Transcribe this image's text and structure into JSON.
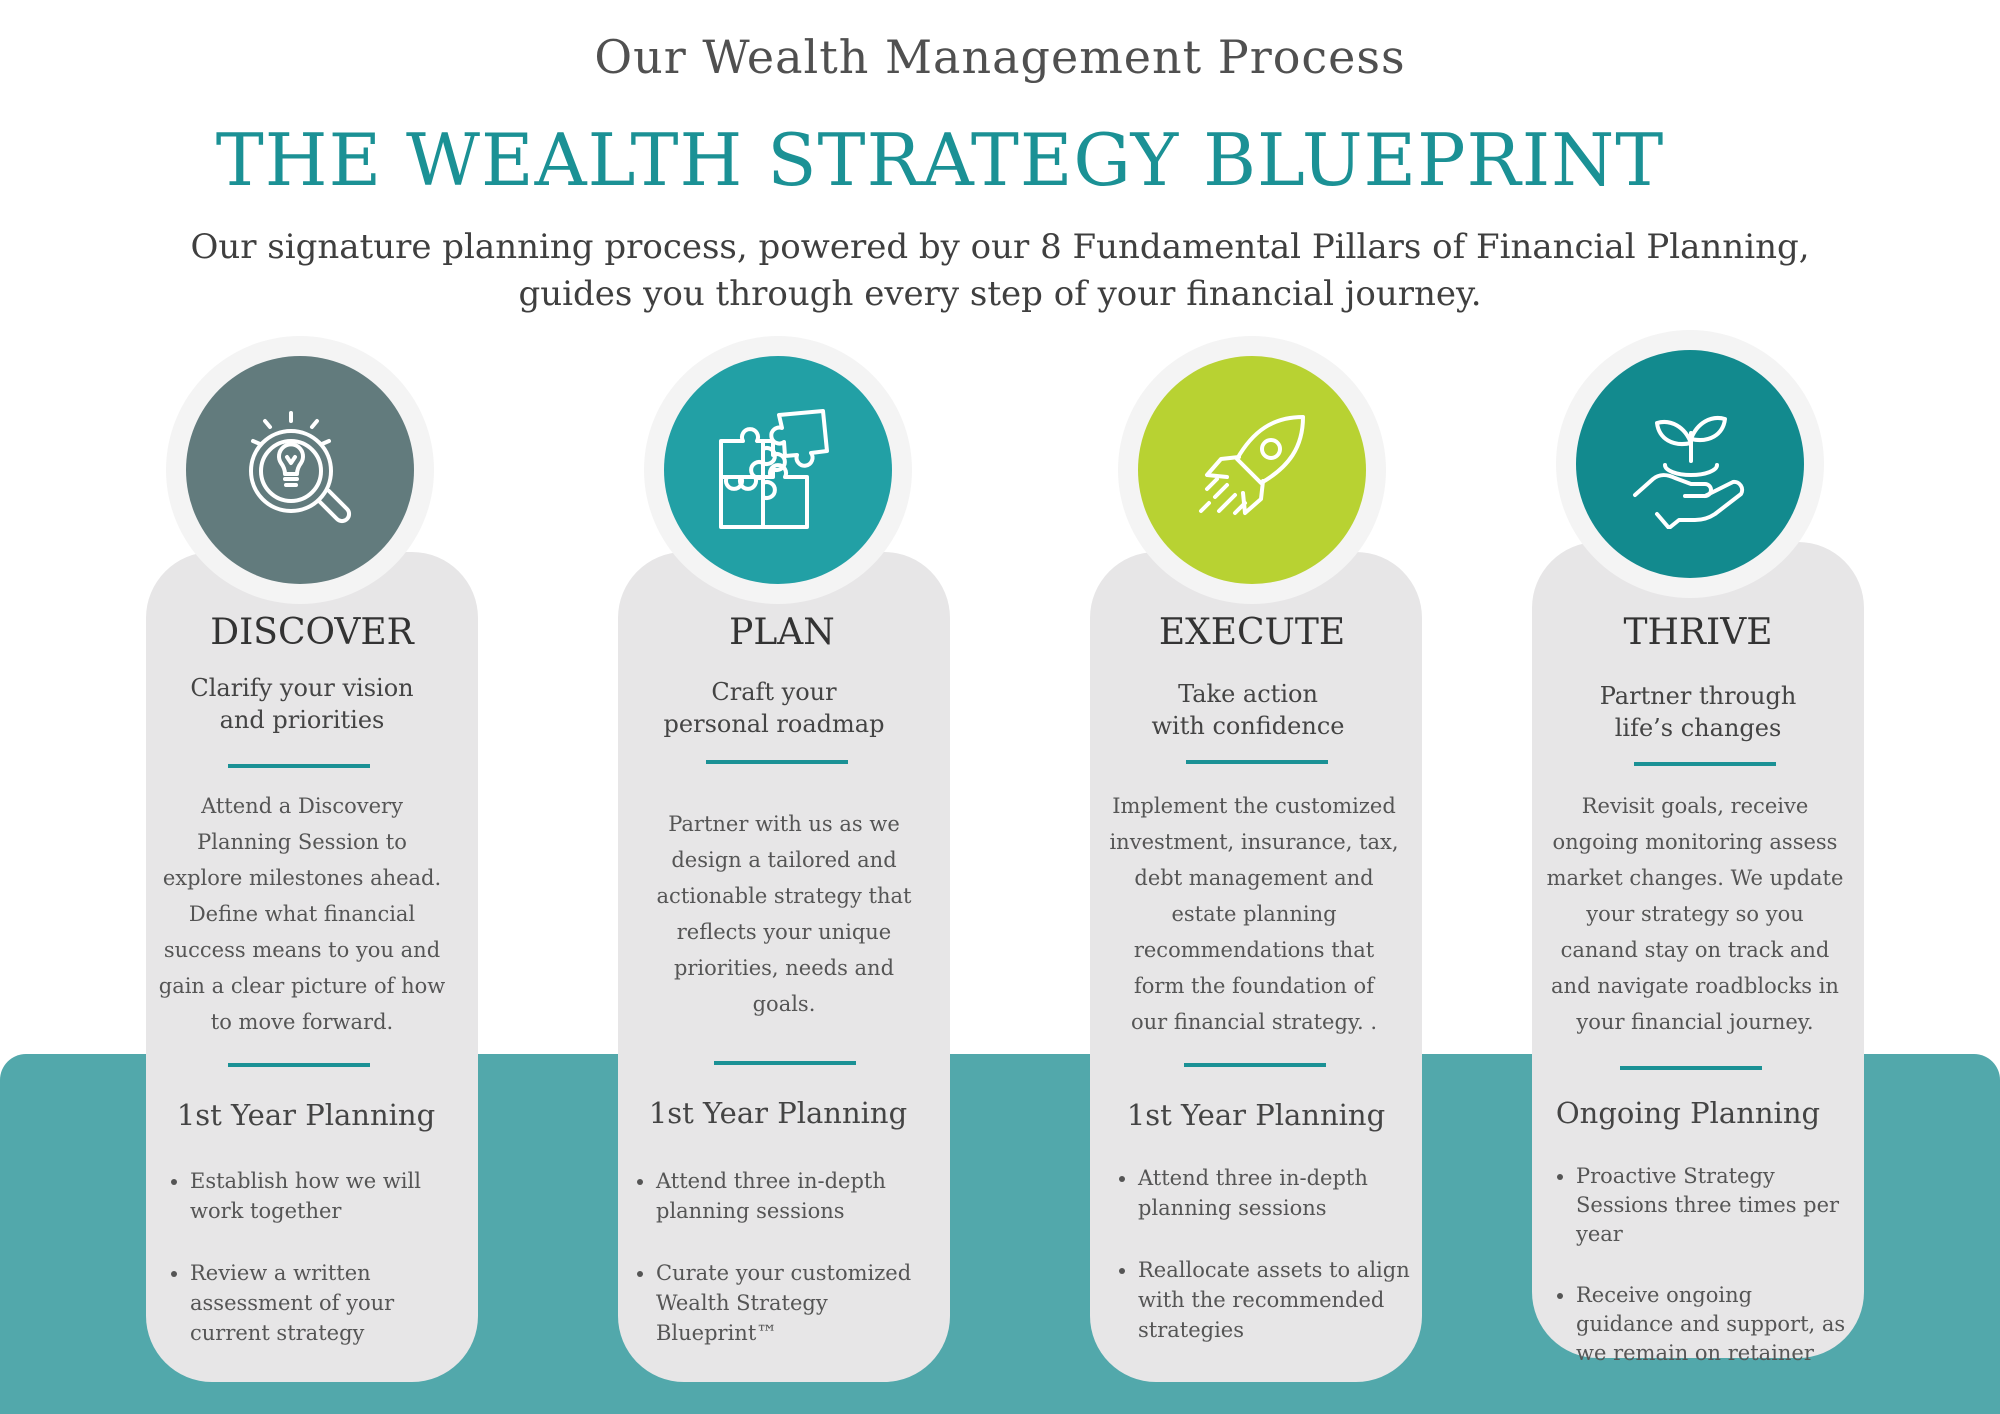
{
  "header": {
    "supertitle": "Our Wealth Management Process",
    "title": "THE WEALTH STRATEGY BLUEPRINT",
    "intro_line1": "Our signature planning process, powered by our 8 Fundamental Pillars of Financial Planning,",
    "intro_line2": "guides you through every step of your financial journey."
  },
  "colors": {
    "accent": "#1b9195",
    "band": "#52a8ab",
    "discover": "#627b7d",
    "plan": "#22a0a5",
    "execute": "#b8d232",
    "thrive": "#128a8e",
    "card": "#e7e6e7"
  },
  "stages": [
    {
      "icon": "lightbulb-magnifier-icon",
      "name": "DISCOVER",
      "sub1": "Clarify your vision",
      "sub2": "and priorities",
      "body": [
        "Attend a Discovery",
        "Planning Session to",
        "explore milestones ahead.",
        "Define what financial",
        "success means to you and",
        "gain a clear picture of how",
        "to move forward."
      ],
      "plan_title": "1st Year Planning",
      "bullets": [
        [
          "Establish how we will",
          "work together"
        ],
        [
          "Review a written",
          "assessment of your",
          "current strategy"
        ]
      ]
    },
    {
      "icon": "puzzle-icon",
      "name": "PLAN",
      "sub1": "Craft your",
      "sub2": "personal roadmap",
      "body": [
        "Partner with us as we",
        "design a tailored and",
        "actionable strategy that",
        "reflects your unique",
        "priorities, needs and",
        "goals."
      ],
      "plan_title": "1st Year Planning",
      "bullets": [
        [
          "Attend three in-depth",
          "planning sessions"
        ],
        [
          "Curate your customized",
          "Wealth Strategy Blueprint™"
        ]
      ]
    },
    {
      "icon": "rocket-icon",
      "name": "EXECUTE",
      "sub1": "Take action",
      "sub2": "with confidence",
      "body": [
        "Implement the customized",
        "investment, insurance, tax,",
        "debt management and",
        "estate planning",
        "recommendations that",
        "form the foundation of",
        "our financial strategy. ."
      ],
      "plan_title": "1st Year Planning",
      "bullets": [
        [
          "Attend three in-depth",
          "planning sessions"
        ],
        [
          "Reallocate assets to align",
          "with the recommended",
          "strategies"
        ]
      ]
    },
    {
      "icon": "hand-plant-icon",
      "name": "THRIVE",
      "sub1": "Partner through",
      "sub2": "life’s changes",
      "body": [
        "Revisit goals, receive",
        "ongoing monitoring assess",
        "market changes. We update",
        "your strategy so you",
        "canand stay on track and",
        "and navigate roadblocks in",
        "your financial journey."
      ],
      "plan_title": "Ongoing Planning",
      "bullets": [
        [
          "Proactive Strategy",
          "Sessions three times per",
          "year"
        ],
        [
          "Receive ongoing",
          "guidance and support, as",
          "we remain on retainer"
        ]
      ]
    }
  ]
}
